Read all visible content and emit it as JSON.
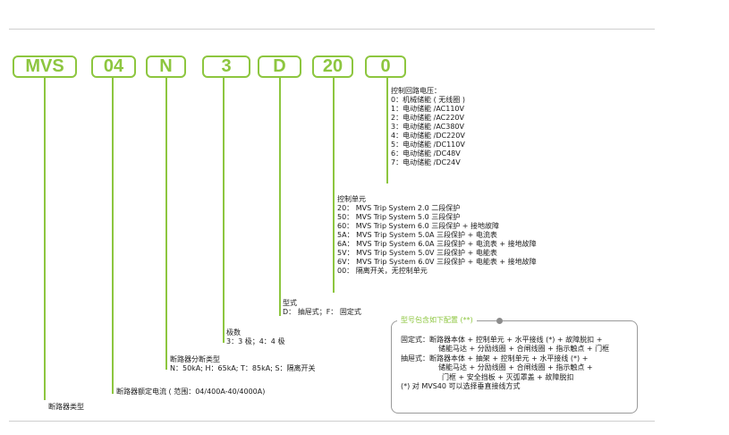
{
  "codes": [
    "MVS",
    "04",
    "N",
    "3",
    "D",
    "20",
    "0"
  ],
  "brand_color": "#8dc63f",
  "control_voltage": {
    "title": "控制回路电压：",
    "items": [
      "0：机械储能 ( 无线圈 )",
      "1：电动储能 /AC110V",
      "2：电动储能 /AC220V",
      "3：电动储能 /AC380V",
      "4：电动储能 /DC220V",
      "5：电动储能 /DC110V",
      "6：电动储能 /DC48V",
      "7：电动储能 /DC24V"
    ]
  },
  "control_unit": {
    "title": "控制单元",
    "items": [
      "20： MVS Trip System 2.0 二段保护",
      "50： MVS Trip System 5.0 三段保护",
      "60： MVS Trip System 6.0 三段保护 + 接地故障",
      "5A： MVS Trip System 5.0A 三段保护 + 电流表",
      "6A： MVS Trip System 6.0A 三段保护 + 电流表 + 接地故障",
      "5V： MVS Trip System 5.0V 三段保护 + 电能表",
      "6V： MVS Trip System 6.0V 三段保护 + 电能表 + 接地故障",
      "00： 隔离开关，无控制单元"
    ]
  },
  "mounting": {
    "title": "型式",
    "text": "D： 抽屉式；F： 固定式"
  },
  "poles": {
    "title": "极数",
    "text": "3：3 极；4：4 极"
  },
  "breaking_type": {
    "title": "断路器分断类型",
    "text": "N：50kA; H：65kA; T：85kA; S：隔离开关"
  },
  "rated_current": {
    "text": "断路器额定电流 ( 范围：04/400A-40/4000A)"
  },
  "breaker_type": {
    "text": "断路器类型"
  },
  "config": {
    "title": "型号包含如下配置 (**)",
    "lines": [
      "固定式：断路器本体 + 控制单元 + 水平接线 (*) + 故障脱扣 +",
      "储能马达 + 分励线圈 + 合闸线圈 + 指示触点 + 门框",
      "抽屉式：断路器本体 + 抽架 + 控制单元 + 水平接线 (*) +",
      "储能马达 + 分励线圈 + 合闸线圈 + 指示触点 +",
      "门框 + 安全挡板 + 灭弧罩盖 + 故障脱扣",
      "(*) 对 MVS40 可以选择垂直接线方式"
    ]
  }
}
